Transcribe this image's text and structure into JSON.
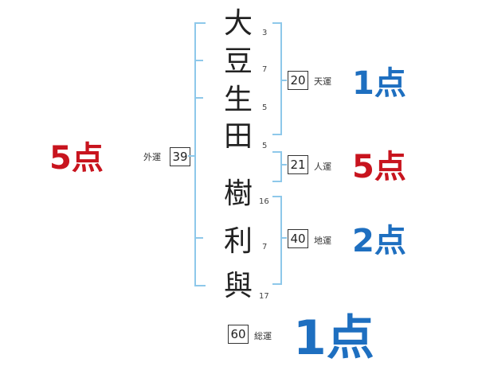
{
  "name": {
    "surname": [
      {
        "char": "大",
        "strokes": "3"
      },
      {
        "char": "豆",
        "strokes": "7"
      },
      {
        "char": "生",
        "strokes": "5"
      },
      {
        "char": "田",
        "strokes": "5"
      }
    ],
    "given": [
      {
        "char": "樹",
        "strokes": "16"
      },
      {
        "char": "利",
        "strokes": "7"
      },
      {
        "char": "與",
        "strokes": "17"
      }
    ]
  },
  "fortunes": {
    "tenkaku": {
      "value": "20",
      "label": "天運",
      "score": "1点",
      "color": "#1e6fc0"
    },
    "jinkaku": {
      "value": "21",
      "label": "人運",
      "score": "5点",
      "color": "#c8141e"
    },
    "chikaku": {
      "value": "40",
      "label": "地運",
      "score": "2点",
      "color": "#1e6fc0"
    },
    "gaikaku": {
      "value": "39",
      "label": "外運",
      "score": "5点",
      "color": "#c8141e"
    },
    "soukaku": {
      "value": "60",
      "label": "総運",
      "score": "1点",
      "color": "#1e6fc0"
    }
  }
}
